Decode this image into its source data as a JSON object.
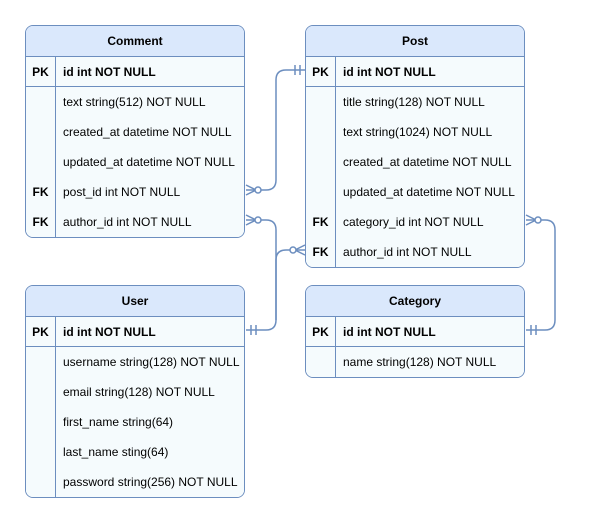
{
  "entities": {
    "comment": {
      "name": "Comment",
      "rows": [
        {
          "key": "PK",
          "field": "id int NOT NULL"
        },
        {
          "key": "",
          "field": "text string(512) NOT NULL"
        },
        {
          "key": "",
          "field": "created_at datetime NOT NULL"
        },
        {
          "key": "",
          "field": "updated_at datetime NOT NULL"
        },
        {
          "key": "FK",
          "field": "post_id int NOT NULL"
        },
        {
          "key": "FK",
          "field": "author_id int NOT NULL"
        }
      ]
    },
    "post": {
      "name": "Post",
      "rows": [
        {
          "key": "PK",
          "field": "id int NOT NULL"
        },
        {
          "key": "",
          "field": "title string(128) NOT NULL"
        },
        {
          "key": "",
          "field": "text string(1024) NOT NULL"
        },
        {
          "key": "",
          "field": "created_at datetime NOT NULL"
        },
        {
          "key": "",
          "field": "updated_at datetime NOT NULL"
        },
        {
          "key": "FK",
          "field": "category_id int NOT NULL"
        },
        {
          "key": "FK",
          "field": "author_id int NOT NULL"
        }
      ]
    },
    "user": {
      "name": "User",
      "rows": [
        {
          "key": "PK",
          "field": "id int NOT NULL"
        },
        {
          "key": "",
          "field": "username string(128) NOT NULL"
        },
        {
          "key": "",
          "field": "email string(128) NOT NULL"
        },
        {
          "key": "",
          "field": "first_name string(64)"
        },
        {
          "key": "",
          "field": "last_name sting(64)"
        },
        {
          "key": "",
          "field": "password string(256) NOT NULL"
        }
      ]
    },
    "category": {
      "name": "Category",
      "rows": [
        {
          "key": "PK",
          "field": "id int NOT NULL"
        },
        {
          "key": "",
          "field": "name string(128) NOT NULL"
        }
      ]
    }
  },
  "colors": {
    "border": "#6c8ebf",
    "header_fill": "#dae8fc",
    "body_fill": "#f5fbfd",
    "connector": "#6c8ebf"
  }
}
